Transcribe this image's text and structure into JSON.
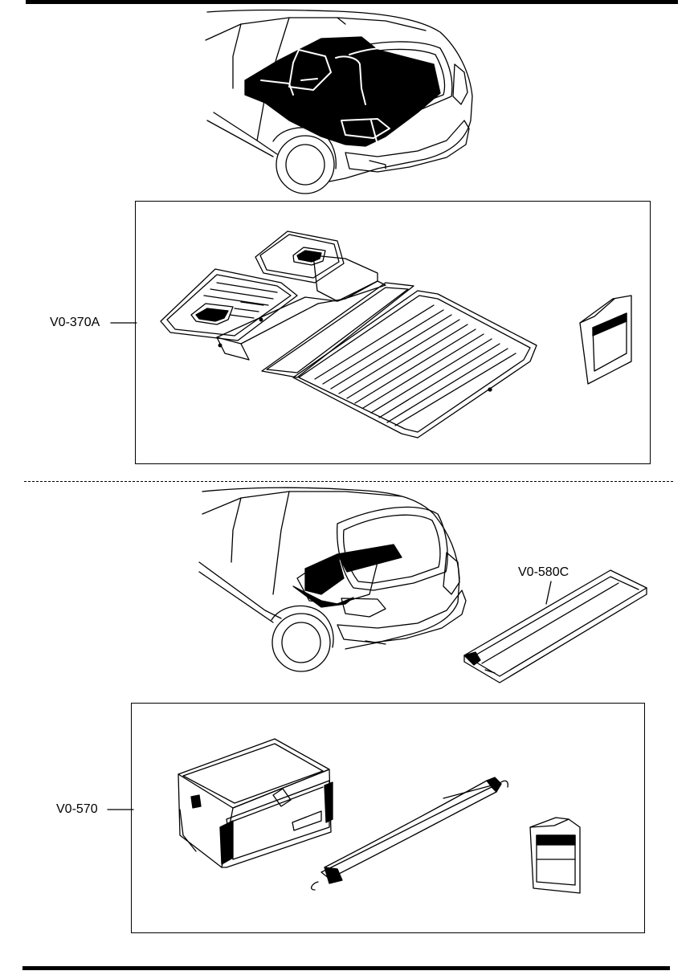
{
  "labels": {
    "floor_board_set": "V0-370A",
    "side_board": "V0-580C",
    "storage_bag": "V0-570"
  },
  "colors": {
    "line": "#000000",
    "background": "#ffffff"
  },
  "icons": [
    "car-rear-cargo-illustration",
    "floor-board-set-illustration",
    "instruction-booklet-icon",
    "side-board-illustration",
    "storage-bag-illustration",
    "shoulder-strap-illustration"
  ]
}
